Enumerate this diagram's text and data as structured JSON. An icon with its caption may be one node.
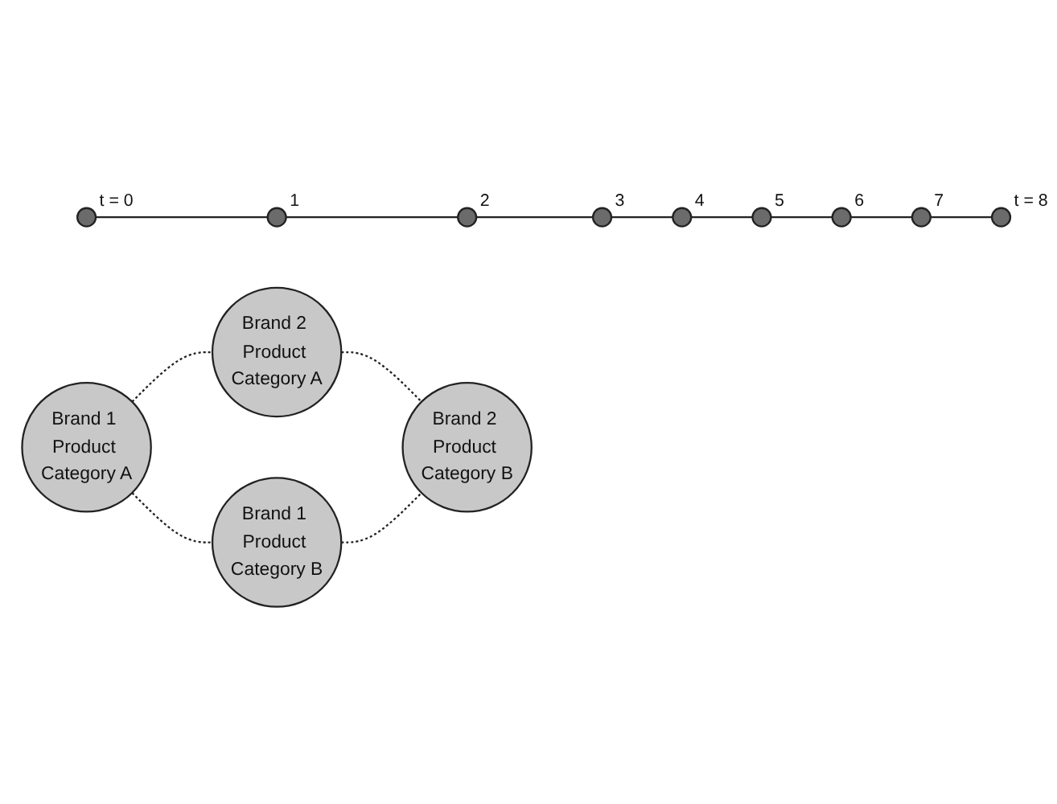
{
  "diagram": {
    "nodes": [
      {
        "text": [
          "Brand 1 Product Category A"
        ]
      },
      {
        "text": [
          "Brand 2 Product Category A"
        ]
      },
      {
        "text": [],
        "shape": "circle",
        "beside": [
          "t = 0"
        ]
      },
      {
        "text": [],
        "shape": "circle",
        "beside": [
          "t = 8"
        ]
      },
      {
        "text": [],
        "shape": "circle",
        "beside": [
          "4"
        ]
      },
      {
        "text": [],
        "shape": "circle",
        "beside": [
          "5"
        ]
      },
      {
        "text": [],
        "shape": "circle",
        "beside": [
          "1"
        ]
      },
      {
        "text": [],
        "shape": "circle",
        "beside": [
          "7"
        ]
      },
      {
        "text": [],
        "shape": "circle",
        "beside": [
          "3"
        ]
      },
      {
        "text": [],
        "shape": "circle",
        "beside": [
          "6"
        ]
      },
      {
        "text": [],
        "shape": "circle",
        "beside": [
          "2"
        ]
      },
      {
        "text": [
          "Brand 1 Product Category B"
        ]
      },
      {
        "text": [
          "Brand 2 Product Category B"
        ]
      }
    ],
    "edges": [
      {
        "from": 0,
        "to": 1,
        "arrow": "none",
        "style": "dashed"
      },
      {
        "from": 0,
        "to": 11,
        "arrow": "none",
        "style": "dashed"
      },
      {
        "from": 1,
        "to": 12,
        "arrow": "none",
        "style": "dashed"
      },
      {
        "from": 11,
        "to": 12,
        "arrow": "none",
        "style": "dashed"
      },
      {
        "from": 2,
        "to": 6,
        "arrow": "none"
      },
      {
        "from": 6,
        "to": 10,
        "arrow": "none"
      },
      {
        "from": 10,
        "to": 8,
        "arrow": "none"
      },
      {
        "from": 8,
        "to": 4,
        "arrow": "none"
      },
      {
        "from": 4,
        "to": 5,
        "arrow": "none"
      },
      {
        "from": 5,
        "to": 9,
        "arrow": "none"
      },
      {
        "from": 9,
        "to": 7,
        "arrow": "none"
      },
      {
        "from": 7,
        "to": 3,
        "arrow": "none"
      }
    ]
  }
}
